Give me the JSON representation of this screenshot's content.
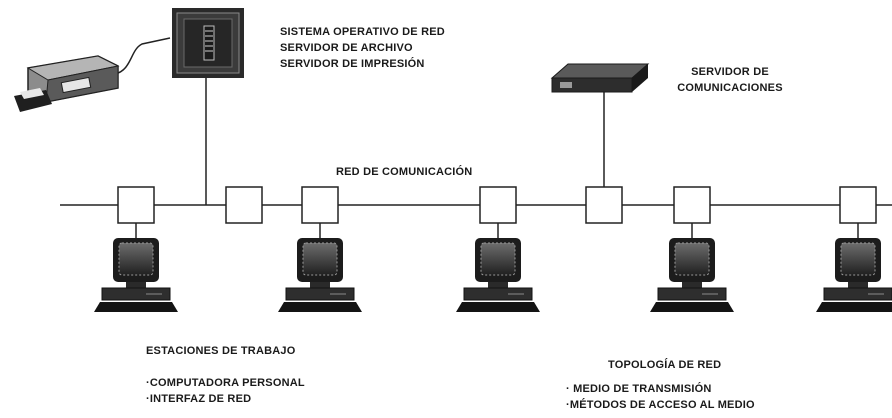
{
  "server": {
    "lines": [
      "SISTEMA OPERATIVO DE RED",
      "SERVIDOR DE ARCHIVO",
      "SERVIDOR DE IMPRESIÓN"
    ]
  },
  "comm_server": {
    "lines": [
      "SERVIDOR DE",
      "COMUNICACIONES"
    ]
  },
  "network": {
    "label": "RED DE COMUNICACIÓN"
  },
  "workstations": {
    "title": "ESTACIONES DE TRABAJO",
    "items": [
      "·COMPUTADORA PERSONAL",
      "·INTERFAZ DE RED"
    ]
  },
  "topology": {
    "title": "TOPOLOGÍA DE RED",
    "items": [
      "· MEDIO DE TRANSMISIÓN",
      "·MÉTODOS DE ACCESO AL MEDIO"
    ]
  }
}
